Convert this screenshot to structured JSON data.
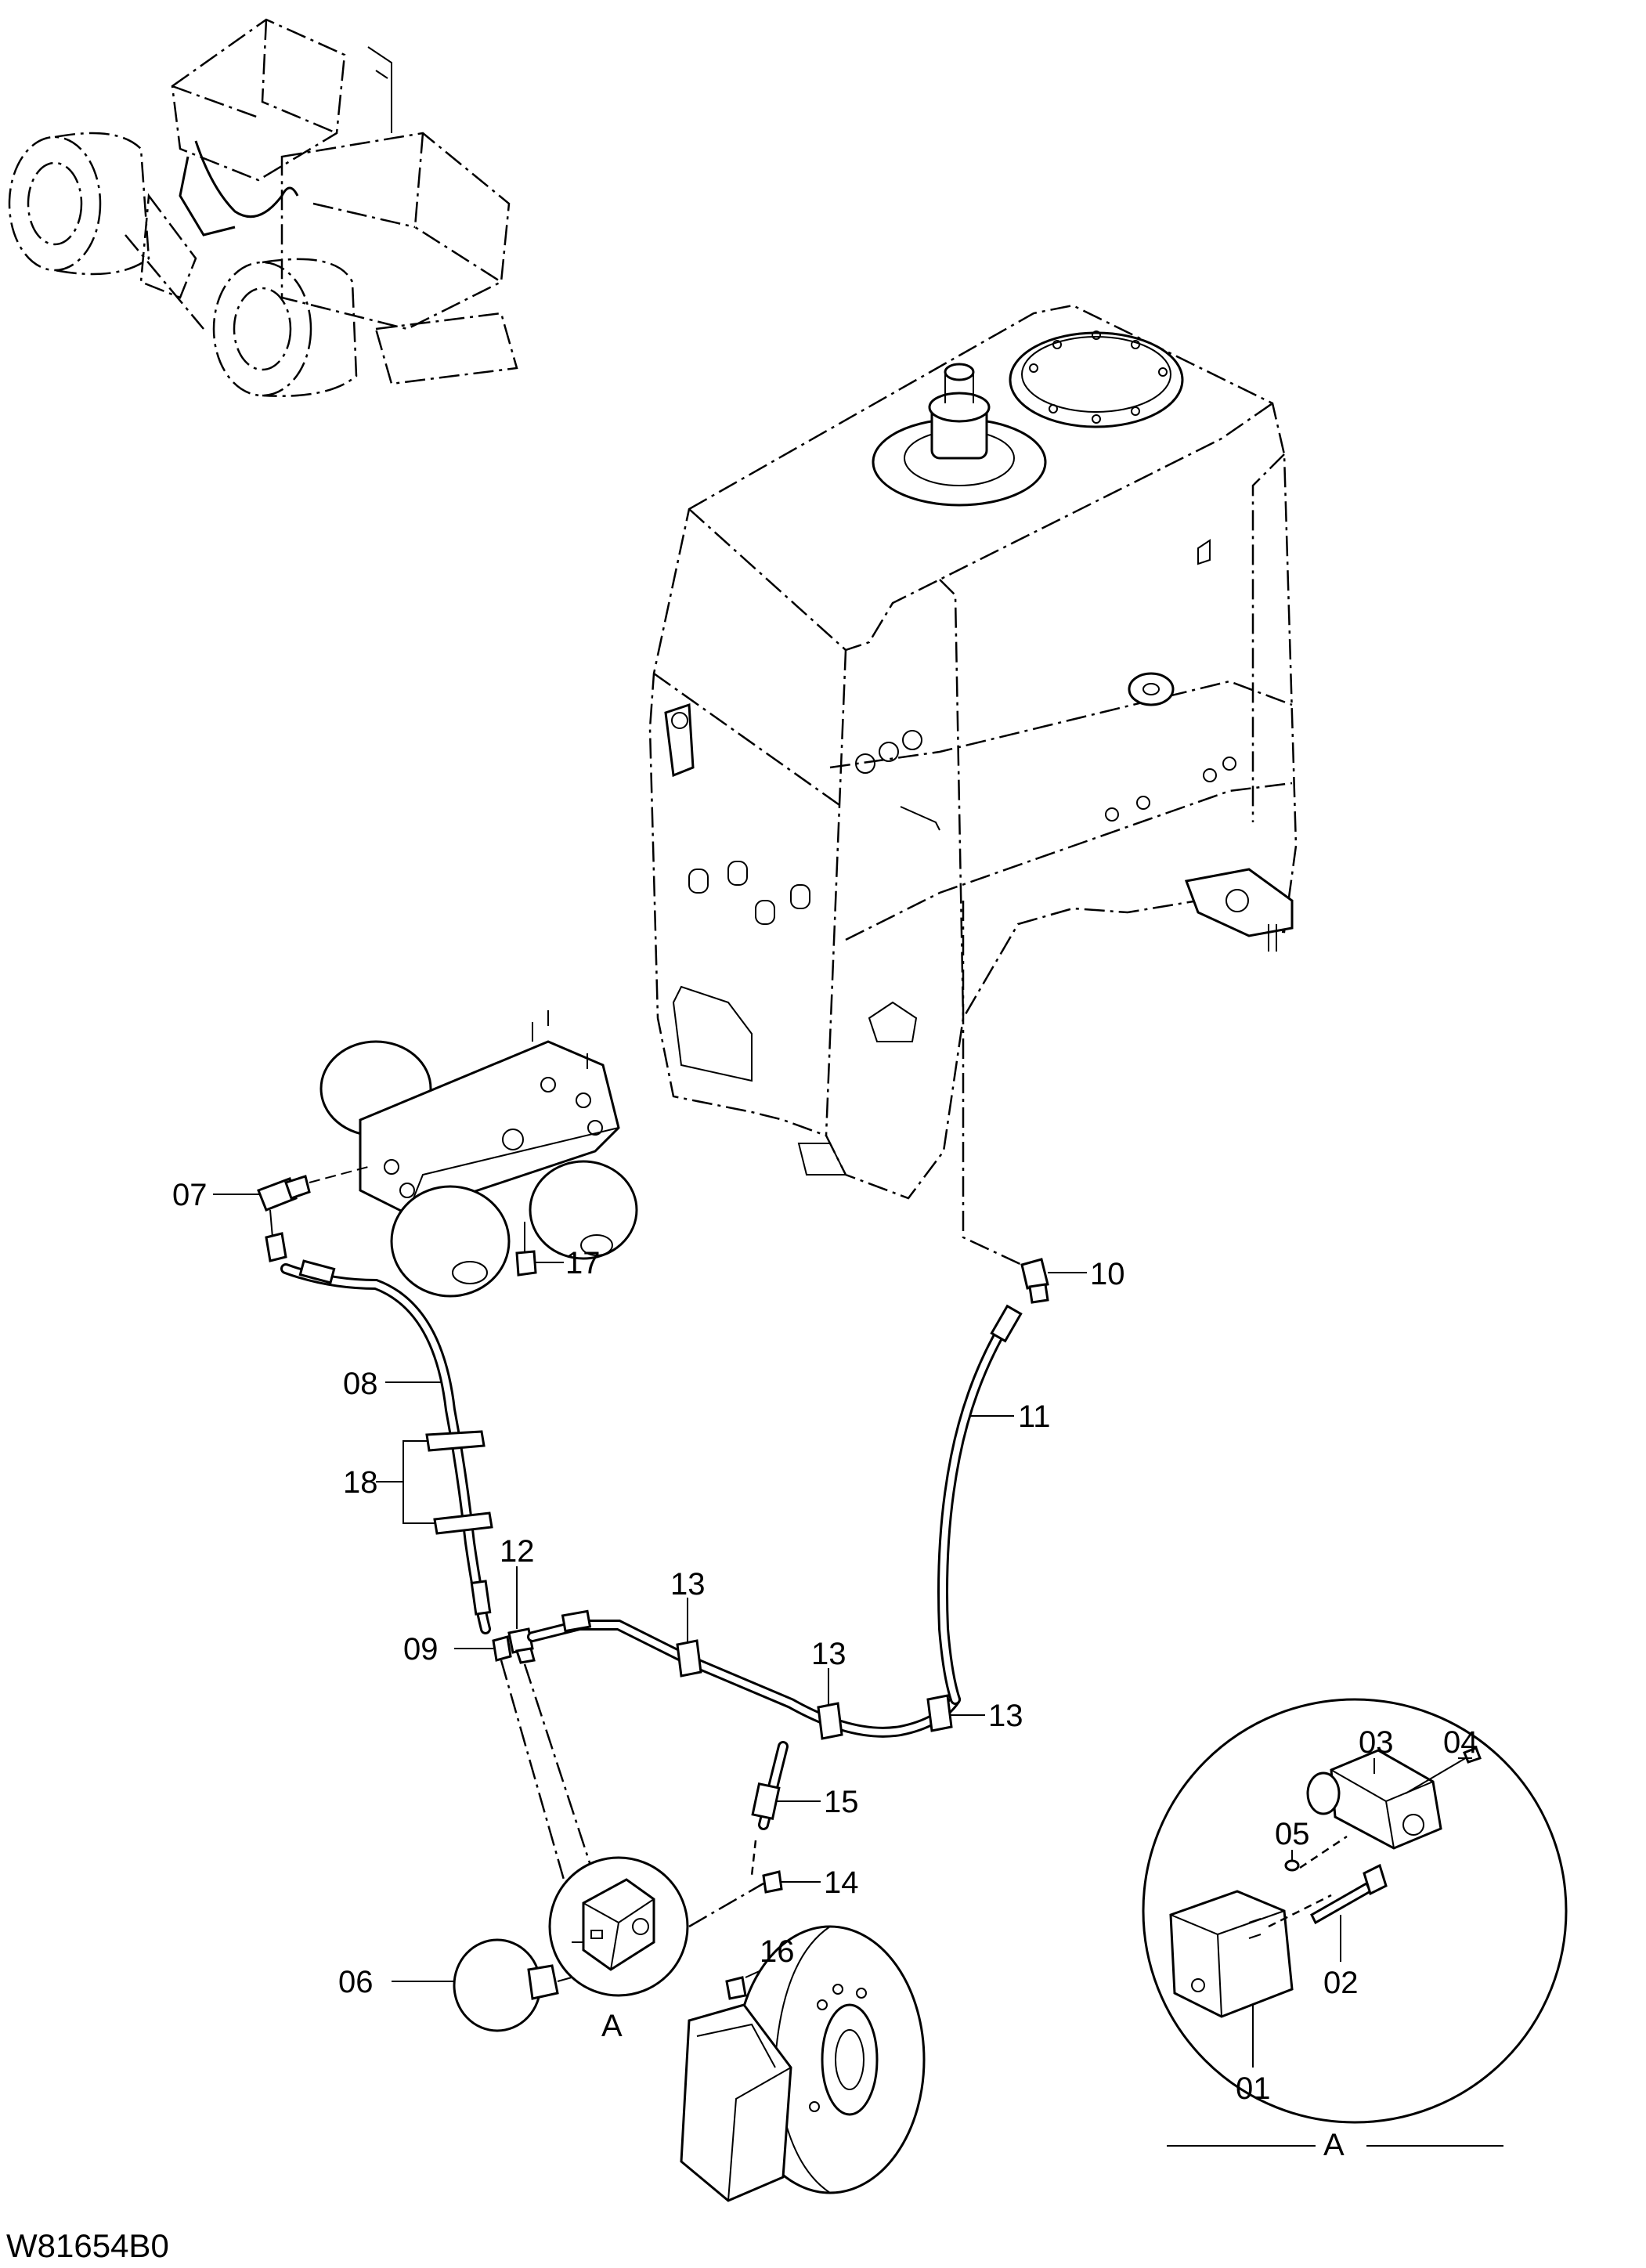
{
  "drawing_code": "W81654B0",
  "detail_label": "A",
  "callouts": {
    "c01": "01",
    "c02": "02",
    "c03": "03",
    "c04": "04",
    "c05": "05",
    "c06": "06",
    "c07": "07",
    "c08": "08",
    "c09": "09",
    "c10": "10",
    "c11": "11",
    "c12": "12",
    "c13a": "13",
    "c13b": "13",
    "c13c": "13",
    "c14": "14",
    "c15": "15",
    "c16": "16",
    "c17": "17",
    "c18": "18"
  },
  "colors": {
    "line": "#000000",
    "background": "#ffffff"
  }
}
